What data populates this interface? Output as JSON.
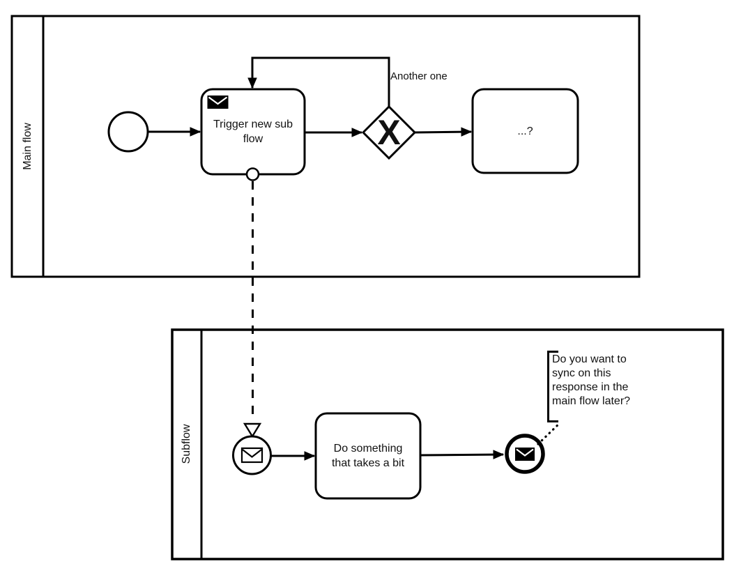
{
  "diagram_type": "BPMN collaboration diagram",
  "pools": {
    "main": {
      "label": "Main flow"
    },
    "sub": {
      "label": "Subflow"
    }
  },
  "main_flow": {
    "trigger_task_label": "Trigger new sub flow",
    "loop_flow_label": "Another one",
    "gateway_marker": "X",
    "question_task_label": "...?"
  },
  "subflow": {
    "work_task_label": "Do something that takes a bit",
    "annotation_text": "Do you want to sync on this response in the main flow later?"
  },
  "icons": {
    "trigger_task_icon": "message-send-icon",
    "sub_start_icon": "message-envelope-icon",
    "sub_end_icon": "message-envelope-icon"
  },
  "colors": {
    "stroke": "#000000",
    "background": "#ffffff",
    "text": "#111111"
  }
}
